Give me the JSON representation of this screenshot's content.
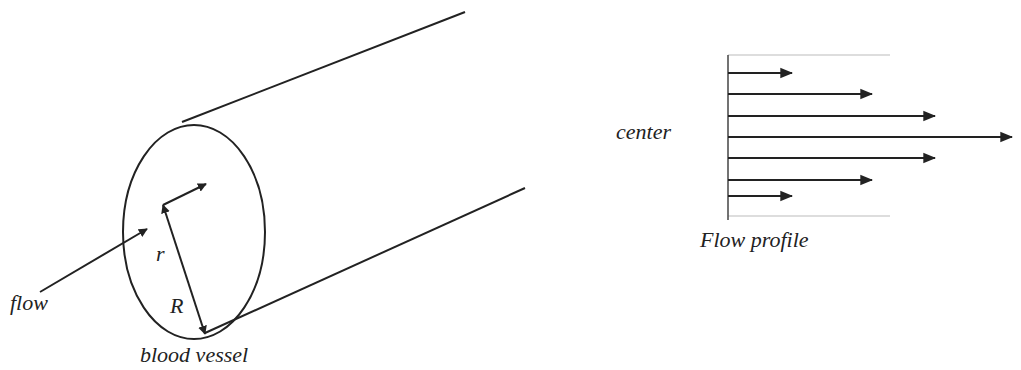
{
  "diagram": {
    "labels": [
      "flow",
      "r",
      "R",
      "blood vessel",
      "center",
      "Flow profile"
    ]
  }
}
